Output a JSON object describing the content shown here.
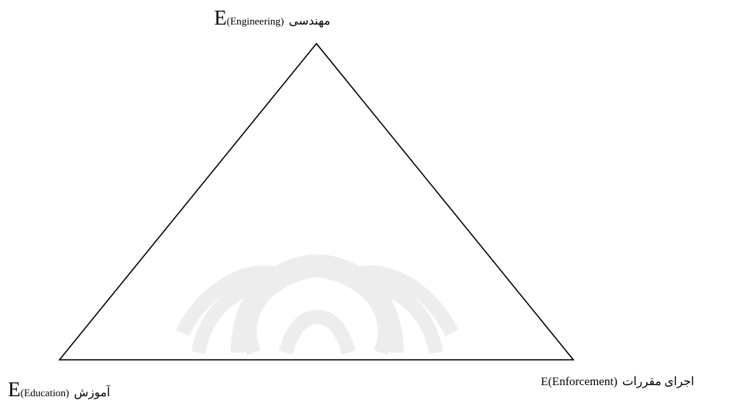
{
  "diagram": {
    "top": {
      "e": "E",
      "en": "(Engineering)",
      "fa": "مهندسی"
    },
    "bottom_left": {
      "e": "E",
      "en": "(Education)",
      "fa": "آموزش"
    },
    "bottom_right": {
      "en": "E(Enforcement)",
      "fa": "اجرای مقررات"
    }
  },
  "colors": {
    "line": "#000000",
    "watermark": "#ededed"
  }
}
